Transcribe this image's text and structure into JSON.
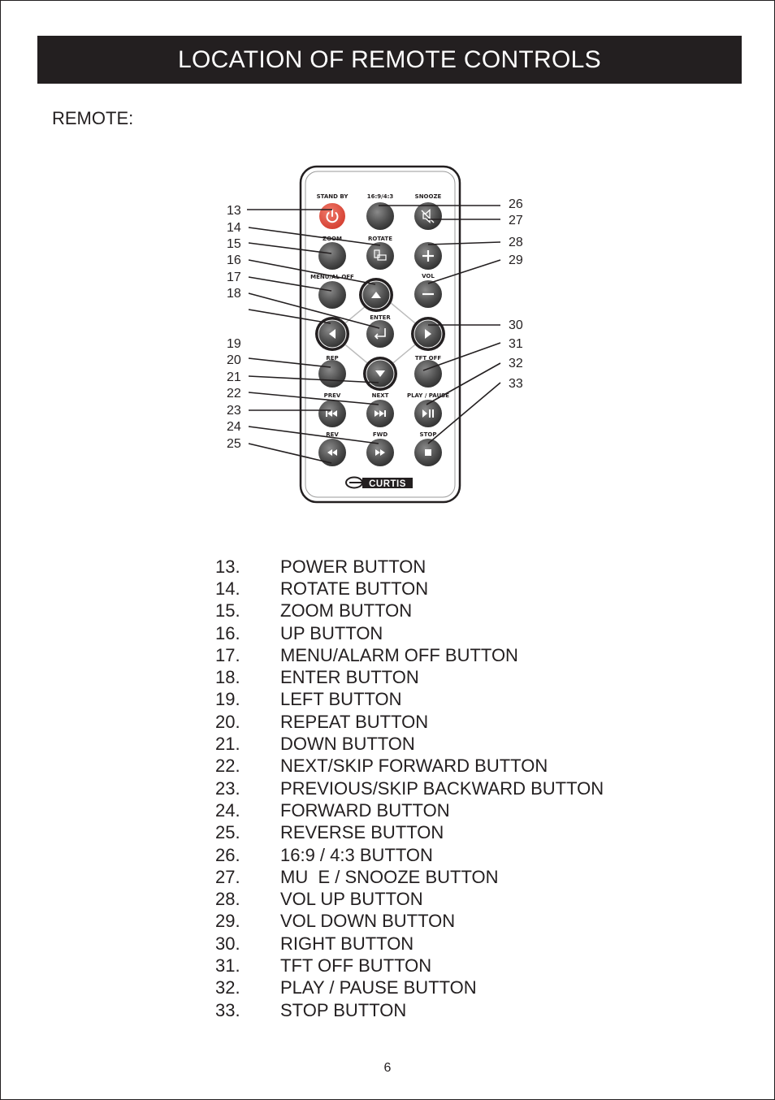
{
  "header": {
    "title": "LOCATION OF REMOTE CONTROLS"
  },
  "section_label": "REMOTE:",
  "remote": {
    "brand": "CURTIS",
    "button_labels": {
      "standby": "STAND BY",
      "aspect": "16:9/4:3",
      "snooze": "SNOOZE",
      "zoom": "ZOOM",
      "rotate": "ROTATE",
      "menu": "MENU/AL OFF",
      "vol": "VOL",
      "enter": "ENTER",
      "rep": "REP",
      "tft_off": "TFT OFF",
      "prev": "PREV",
      "next": "NEXT",
      "play_pause": "PLAY / PAUSE",
      "rev": "REV",
      "fwd": "FWD",
      "stop": "STOP"
    },
    "callouts_left": [
      "13",
      "14",
      "15",
      "16",
      "17",
      "18",
      "19",
      "20",
      "21",
      "22",
      "23",
      "24",
      "25"
    ],
    "callouts_right": [
      "26",
      "27",
      "28",
      "29",
      "30",
      "31",
      "32",
      "33"
    ]
  },
  "legend": [
    {
      "num": "13.",
      "label": "POWER BUTTON"
    },
    {
      "num": "14.",
      "label": "ROTATE BUTTON"
    },
    {
      "num": "15.",
      "label": "ZOOM BUTTON"
    },
    {
      "num": "16.",
      "label": "UP BUTTON"
    },
    {
      "num": "17.",
      "label": "MENU/ALARM OFF BUTTON"
    },
    {
      "num": "18.",
      "label": "ENTER BUTTON"
    },
    {
      "num": "19.",
      "label": "LEFT BUTTON"
    },
    {
      "num": "20.",
      "label": "REPEAT BUTTON"
    },
    {
      "num": "21.",
      "label": "DOWN BUTTON"
    },
    {
      "num": "22.",
      "label": "NEXT/SKIP FORWARD BUTTON"
    },
    {
      "num": "23.",
      "label": "PREVIOUS/SKIP BACKWARD BUTTON"
    },
    {
      "num": "24.",
      "label": "FORWARD BUTTON"
    },
    {
      "num": "25.",
      "label": "REVERSE BUTTON"
    },
    {
      "num": "26.",
      "label": "16:9 / 4:3 BUTTON"
    },
    {
      "num": "27.",
      "label": "MU  E / SNOOZE BUTTON"
    },
    {
      "num": "28.",
      "label": "VOL UP BUTTON"
    },
    {
      "num": "29.",
      "label": "VOL DOWN BUTTON"
    },
    {
      "num": "30.",
      "label": "RIGHT BUTTON"
    },
    {
      "num": "31.",
      "label": "TFT OFF BUTTON"
    },
    {
      "num": "32.",
      "label": "PLAY / PAUSE BUTTON"
    },
    {
      "num": "33.",
      "label": "STOP BUTTON"
    }
  ],
  "page_number": "6",
  "colors": {
    "power_button": "#e0483a",
    "button_gray": "#555555",
    "title_bar": "#231f20"
  }
}
